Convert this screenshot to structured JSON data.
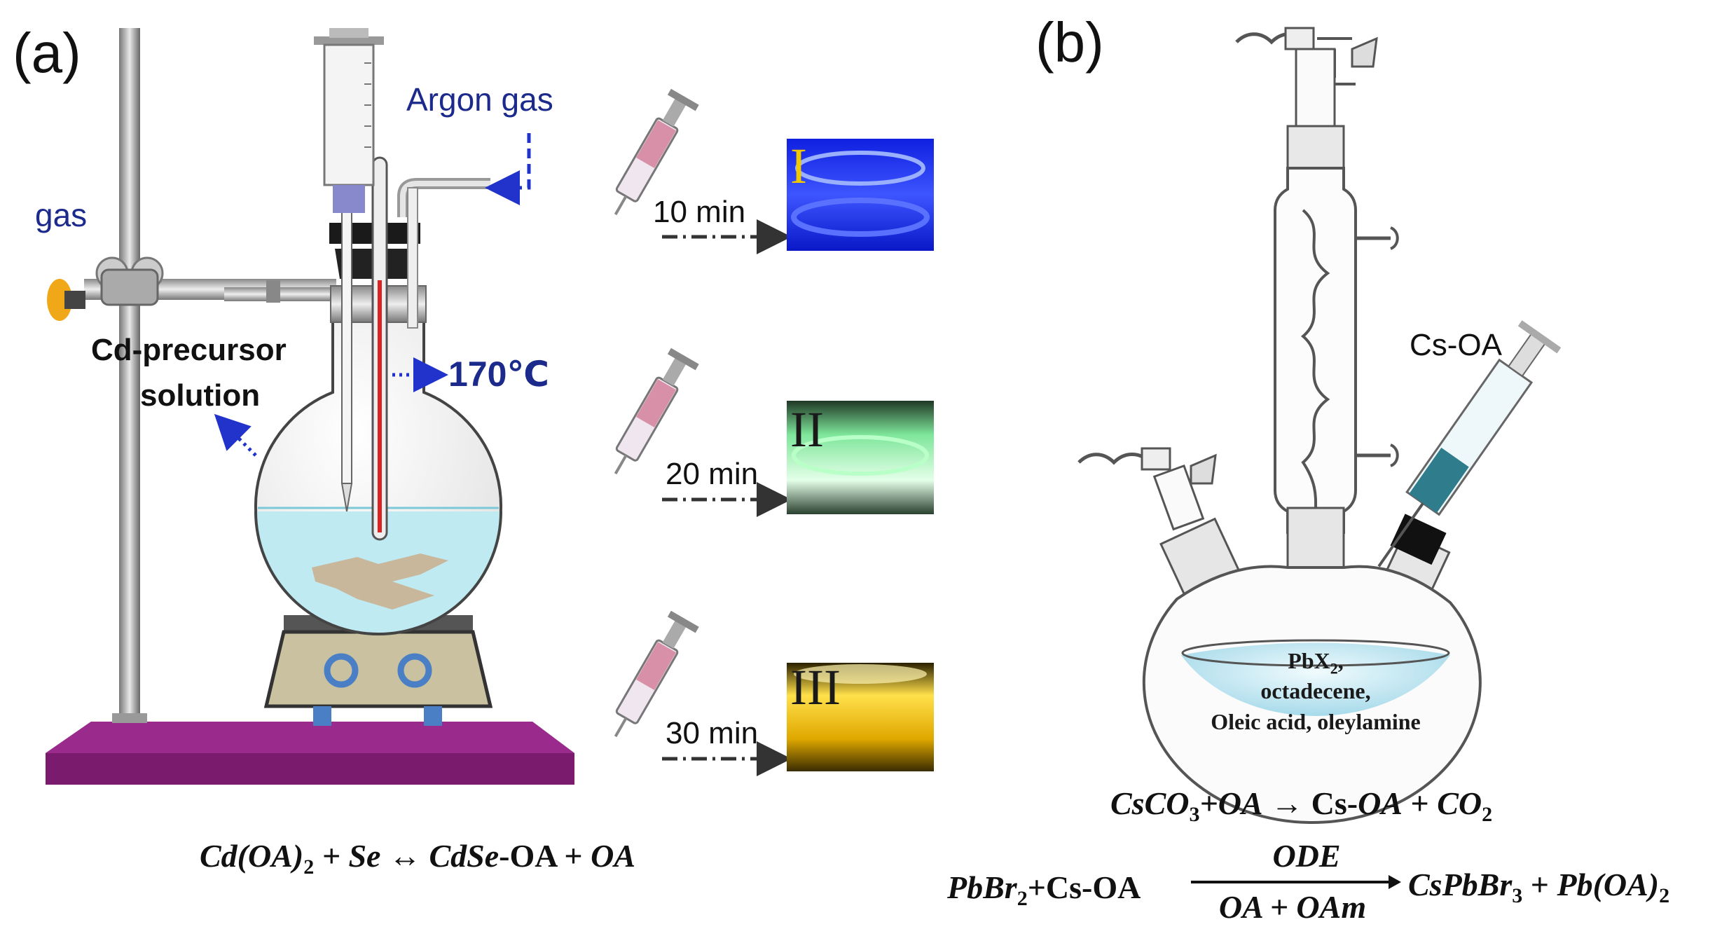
{
  "panel_a": {
    "label": "(a)",
    "argon_label": "Argon gas",
    "gas_label": "gas",
    "precursor_label_line1": "Cd-precursor",
    "precursor_label_line2": "solution",
    "temperature": "170℃",
    "samples": [
      {
        "time": "10 min",
        "roman": "I",
        "color": "#1a2bff"
      },
      {
        "time": "20 min",
        "roman": "II",
        "color": "#b8f5c0"
      },
      {
        "time": "30 min",
        "roman": "III",
        "color": "#f0d020"
      }
    ],
    "equation": {
      "lhs_a": "Cd(OA)",
      "lhs_a_sub": "2",
      "lhs_b": " + Se ",
      "arrow": "↔",
      "rhs_a": " CdSe",
      "rhs_b": "-OA + ",
      "rhs_c": "OA"
    }
  },
  "panel_b": {
    "label": "(b)",
    "syringe_label": "Cs-OA",
    "flask_line1": "PbX",
    "flask_line1_sub": "2",
    "flask_line1_tail": ",",
    "flask_line2": "octadecene,",
    "flask_line3": "Oleic acid, oleylamine",
    "equation1": {
      "a": "CsCO",
      "a_sub": "3",
      "b": "+OA",
      "arrow": " → ",
      "c": "Cs-",
      "d": "OA",
      "e": " + ",
      "f": "CO",
      "f_sub": "2"
    },
    "equation2": {
      "a": "PbBr",
      "a_sub": "2",
      "b": "+Cs-OA",
      "over": "ODE",
      "under": "OA + OAm",
      "c": "CsPbBr",
      "c_sub": "3",
      "d": " + ",
      "e": "Pb(OA)",
      "e_sub": "2"
    }
  },
  "colors": {
    "water": "#bfeaf2",
    "base": "#7a1b6e",
    "heater": "#c9c1a0",
    "argon_arrow": "#2233cc"
  }
}
